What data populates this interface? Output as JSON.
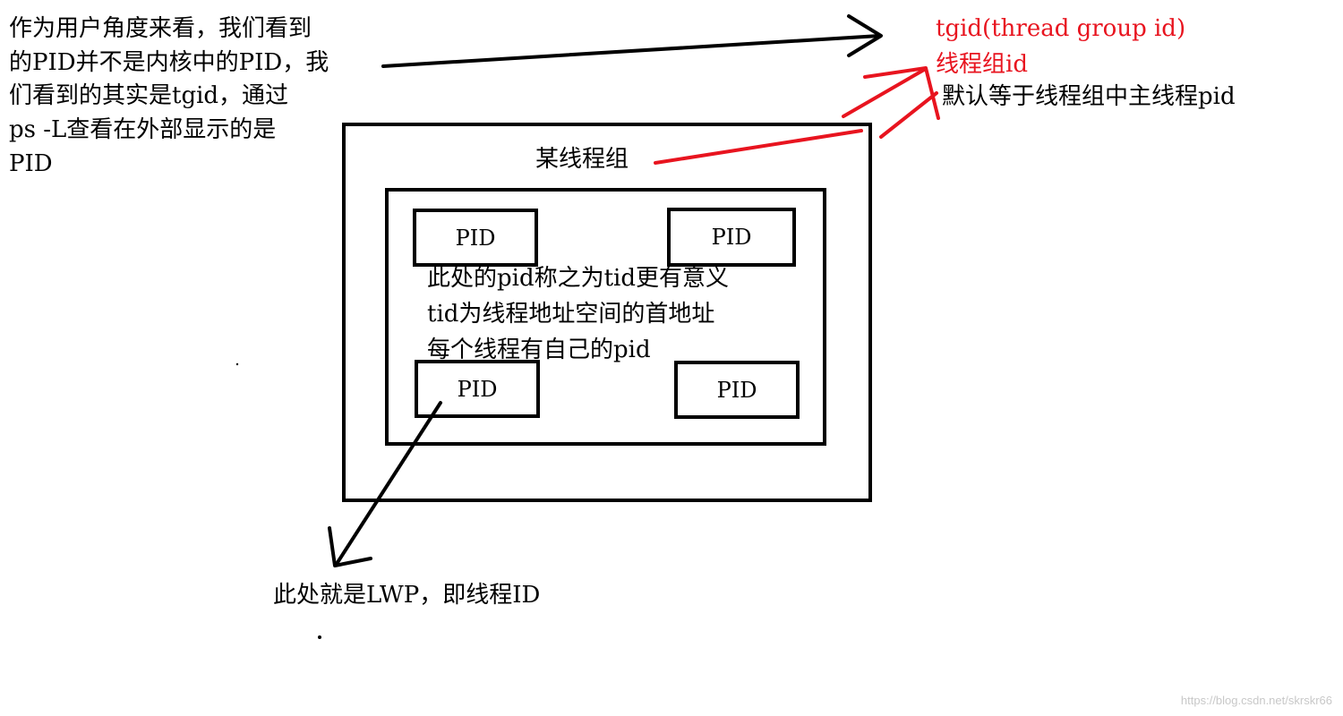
{
  "left_note": {
    "lines": [
      "作为用户角度来看，我们看到",
      "的PID并不是内核中的PID，我",
      "们看到的其实是tgid，通过",
      "ps -L查看在外部显示的是",
      "PID"
    ]
  },
  "tgid_note": {
    "line1": "tgid(thread group id)",
    "line2": "线程组id",
    "line3": "默认等于线程组中主线程pid"
  },
  "group_label": "某线程组",
  "pid_boxes": [
    "PID",
    "PID",
    "PID",
    "PID"
  ],
  "center_note": {
    "lines": [
      "此处的pid称之为tid更有意义",
      "tid为线程地址空间的首地址",
      "每个线程有自己的pid"
    ]
  },
  "lwp_note": "此处就是LWP，即线程ID",
  "watermark": "https://blog.csdn.net/skrskr66",
  "colors": {
    "ink": "#000000",
    "red": "#e8141f",
    "watermark": "#c8c8c8"
  }
}
